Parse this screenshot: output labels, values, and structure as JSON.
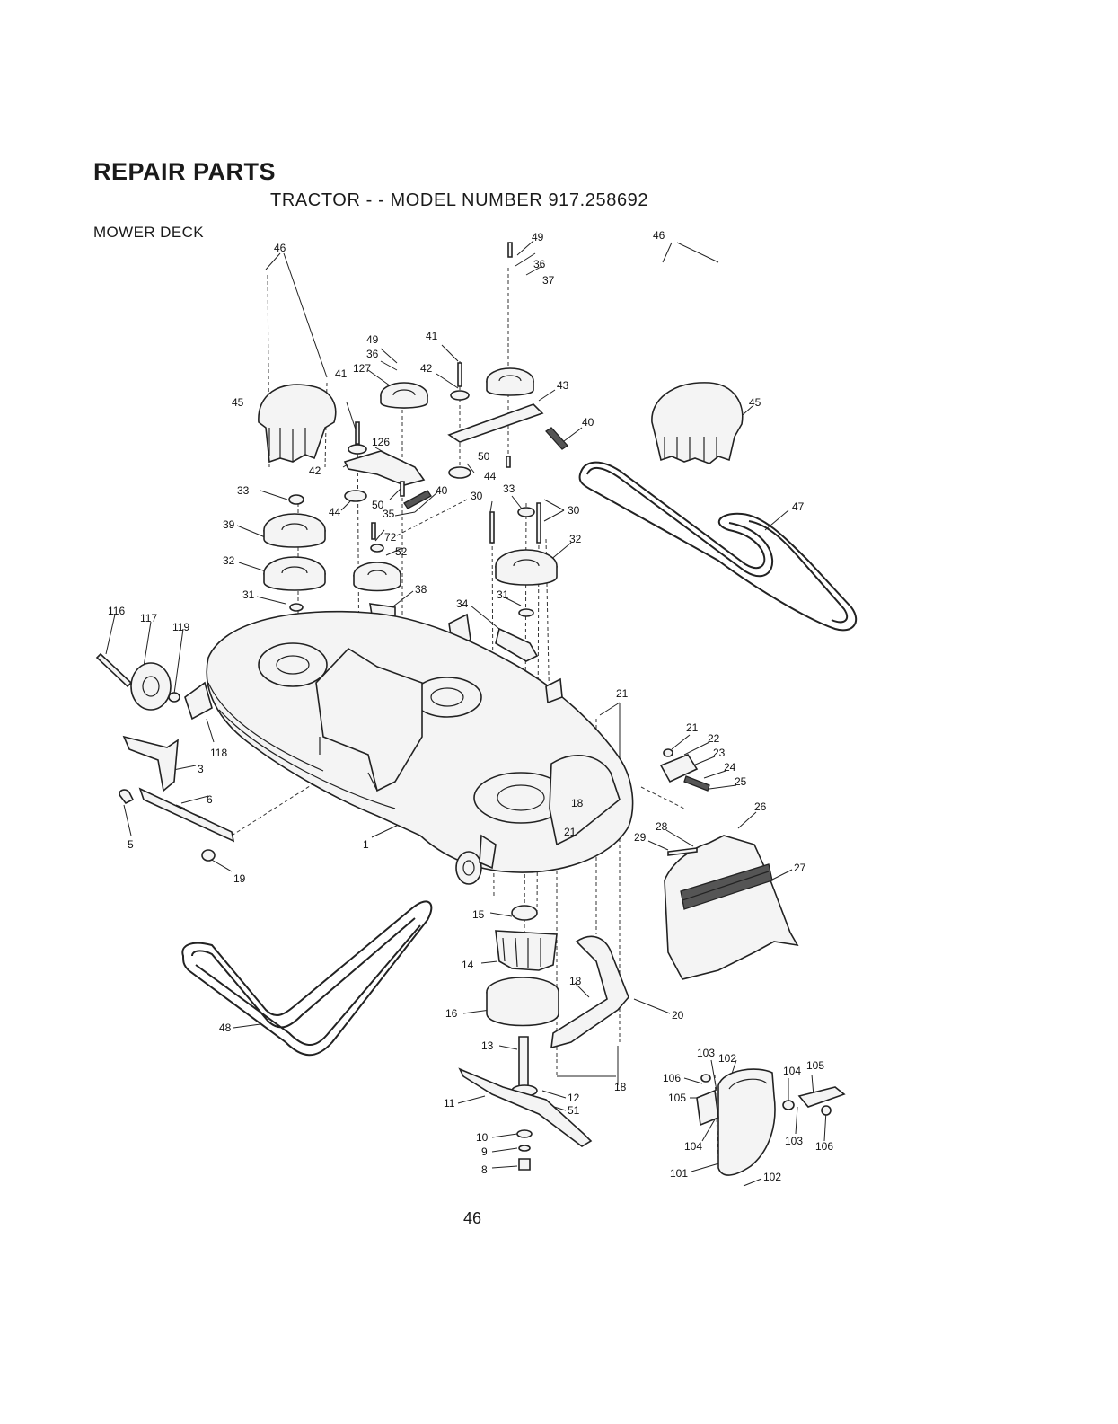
{
  "header": {
    "title": "REPAIR PARTS",
    "subtitle": "TRACTOR - - MODEL NUMBER 917.258692",
    "section": "MOWER DECK"
  },
  "footer": {
    "page_number": "46"
  },
  "callouts": [
    {
      "id": "c1",
      "text": "46"
    },
    {
      "id": "c2",
      "text": "45"
    },
    {
      "id": "c3",
      "text": "49"
    },
    {
      "id": "c4",
      "text": "36"
    },
    {
      "id": "c5",
      "text": "127"
    },
    {
      "id": "c6",
      "text": "41"
    },
    {
      "id": "c7",
      "text": "41"
    },
    {
      "id": "c8",
      "text": "42"
    },
    {
      "id": "c9",
      "text": "49"
    },
    {
      "id": "c10",
      "text": "36"
    },
    {
      "id": "c11",
      "text": "37"
    },
    {
      "id": "c12",
      "text": "43"
    },
    {
      "id": "c13",
      "text": "40"
    },
    {
      "id": "c14",
      "text": "46"
    },
    {
      "id": "c15",
      "text": "45"
    },
    {
      "id": "c16",
      "text": "126"
    },
    {
      "id": "c17",
      "text": "42"
    },
    {
      "id": "c18",
      "text": "50"
    },
    {
      "id": "c19",
      "text": "44"
    },
    {
      "id": "c20",
      "text": "33"
    },
    {
      "id": "c21",
      "text": "50"
    },
    {
      "id": "c22",
      "text": "40"
    },
    {
      "id": "c23",
      "text": "44"
    },
    {
      "id": "c24",
      "text": "30"
    },
    {
      "id": "c25",
      "text": "33"
    },
    {
      "id": "c26",
      "text": "30"
    },
    {
      "id": "c27",
      "text": "35"
    },
    {
      "id": "c28",
      "text": "39"
    },
    {
      "id": "c29",
      "text": "72"
    },
    {
      "id": "c30",
      "text": "52"
    },
    {
      "id": "c31",
      "text": "32"
    },
    {
      "id": "c32",
      "text": "32"
    },
    {
      "id": "c33",
      "text": "47"
    },
    {
      "id": "c34",
      "text": "38"
    },
    {
      "id": "c35",
      "text": "31"
    },
    {
      "id": "c36",
      "text": "34"
    },
    {
      "id": "c37",
      "text": "31"
    },
    {
      "id": "c38",
      "text": "116"
    },
    {
      "id": "c39",
      "text": "117"
    },
    {
      "id": "c40",
      "text": "119"
    },
    {
      "id": "c41",
      "text": "21"
    },
    {
      "id": "c42",
      "text": "21"
    },
    {
      "id": "c43",
      "text": "22"
    },
    {
      "id": "c44",
      "text": "23"
    },
    {
      "id": "c45",
      "text": "24"
    },
    {
      "id": "c46",
      "text": "25"
    },
    {
      "id": "c47",
      "text": "118"
    },
    {
      "id": "c48",
      "text": "3"
    },
    {
      "id": "c49",
      "text": "18"
    },
    {
      "id": "c50",
      "text": "26"
    },
    {
      "id": "c51",
      "text": "6"
    },
    {
      "id": "c52",
      "text": "28"
    },
    {
      "id": "c53",
      "text": "21"
    },
    {
      "id": "c54",
      "text": "29"
    },
    {
      "id": "c55",
      "text": "5"
    },
    {
      "id": "c56",
      "text": "1"
    },
    {
      "id": "c57",
      "text": "19"
    },
    {
      "id": "c58",
      "text": "27"
    },
    {
      "id": "c59",
      "text": "15"
    },
    {
      "id": "c60",
      "text": "14"
    },
    {
      "id": "c61",
      "text": "18"
    },
    {
      "id": "c62",
      "text": "16"
    },
    {
      "id": "c63",
      "text": "20"
    },
    {
      "id": "c64",
      "text": "48"
    },
    {
      "id": "c65",
      "text": "13"
    },
    {
      "id": "c66",
      "text": "103"
    },
    {
      "id": "c67",
      "text": "102"
    },
    {
      "id": "c68",
      "text": "104"
    },
    {
      "id": "c69",
      "text": "105"
    },
    {
      "id": "c70",
      "text": "106"
    },
    {
      "id": "c71",
      "text": "18"
    },
    {
      "id": "c72",
      "text": "105"
    },
    {
      "id": "c73",
      "text": "11"
    },
    {
      "id": "c74",
      "text": "12"
    },
    {
      "id": "c75",
      "text": "51"
    },
    {
      "id": "c76",
      "text": "104"
    },
    {
      "id": "c77",
      "text": "103"
    },
    {
      "id": "c78",
      "text": "106"
    },
    {
      "id": "c79",
      "text": "10"
    },
    {
      "id": "c80",
      "text": "9"
    },
    {
      "id": "c81",
      "text": "8"
    },
    {
      "id": "c82",
      "text": "101"
    },
    {
      "id": "c83",
      "text": "102"
    }
  ]
}
